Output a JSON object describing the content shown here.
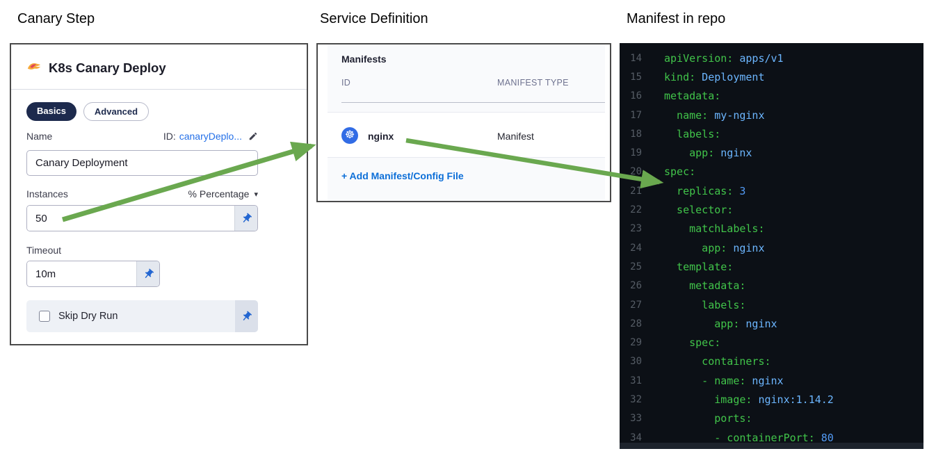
{
  "titles": {
    "left": "Canary Step",
    "middle": "Service Definition",
    "right": "Manifest in repo"
  },
  "canary_step": {
    "heading": "K8s Canary Deploy",
    "tabs": [
      {
        "label": "Basics",
        "active": true
      },
      {
        "label": "Advanced",
        "active": false
      }
    ],
    "name_label": "Name",
    "id_prefix": "ID: ",
    "id_value": "canaryDeplo...",
    "name_value": "Canary Deployment",
    "instances_label": "Instances",
    "instances_mode": "% Percentage",
    "instances_mode_caret": "▾",
    "instances_value": "50",
    "timeout_label": "Timeout",
    "timeout_value": "10m",
    "skip_dry_run_label": "Skip Dry Run",
    "skip_dry_run_checked": false
  },
  "service_definition": {
    "section_title": "Manifests",
    "columns": [
      "ID",
      "MANIFEST TYPE"
    ],
    "rows": [
      {
        "id": "nginx",
        "type": "Manifest",
        "icon": "kubernetes-icon",
        "icon_glyph": "☸"
      }
    ],
    "add_link": "+ Add Manifest/Config File"
  },
  "manifest_editor": {
    "language": "yaml",
    "lines": [
      {
        "num": 14,
        "indent": 0,
        "key": "apiVersion",
        "value": "apps/v1"
      },
      {
        "num": 15,
        "indent": 0,
        "key": "kind",
        "value": "Deployment"
      },
      {
        "num": 16,
        "indent": 0,
        "key": "metadata",
        "value": ""
      },
      {
        "num": 17,
        "indent": 2,
        "key": "name",
        "value": "my-nginx"
      },
      {
        "num": 18,
        "indent": 2,
        "key": "labels",
        "value": ""
      },
      {
        "num": 19,
        "indent": 4,
        "key": "app",
        "value": "nginx"
      },
      {
        "num": 20,
        "indent": 0,
        "key": "spec",
        "value": ""
      },
      {
        "num": 21,
        "indent": 2,
        "key": "replicas",
        "value": "3",
        "num_val": true
      },
      {
        "num": 22,
        "indent": 2,
        "key": "selector",
        "value": ""
      },
      {
        "num": 23,
        "indent": 4,
        "key": "matchLabels",
        "value": ""
      },
      {
        "num": 24,
        "indent": 6,
        "key": "app",
        "value": "nginx"
      },
      {
        "num": 25,
        "indent": 2,
        "key": "template",
        "value": ""
      },
      {
        "num": 26,
        "indent": 4,
        "key": "metadata",
        "value": ""
      },
      {
        "num": 27,
        "indent": 6,
        "key": "labels",
        "value": ""
      },
      {
        "num": 28,
        "indent": 8,
        "key": "app",
        "value": "nginx"
      },
      {
        "num": 29,
        "indent": 4,
        "key": "spec",
        "value": ""
      },
      {
        "num": 30,
        "indent": 6,
        "key": "containers",
        "value": ""
      },
      {
        "num": 31,
        "indent": 6,
        "dash": true,
        "key": "name",
        "value": "nginx"
      },
      {
        "num": 32,
        "indent": 8,
        "key": "image",
        "value": "nginx:1.14.2"
      },
      {
        "num": 33,
        "indent": 8,
        "key": "ports",
        "value": ""
      },
      {
        "num": 34,
        "indent": 8,
        "dash": true,
        "key": "containerPort",
        "value": "80",
        "num_val": true
      }
    ]
  },
  "colors": {
    "accent_blue": "#1a6ee0",
    "pin_blue": "#2366d1",
    "tab_navy": "#1d2a4d",
    "arrow_green": "#6aa84f",
    "kubernetes_blue": "#326ce5",
    "editor_bg": "#0c1016",
    "yaml_key_green": "#41c44a",
    "yaml_value_blue": "#6cb6ff",
    "yaml_number_blue": "#539bf5",
    "line_number_grey": "#565d66"
  }
}
